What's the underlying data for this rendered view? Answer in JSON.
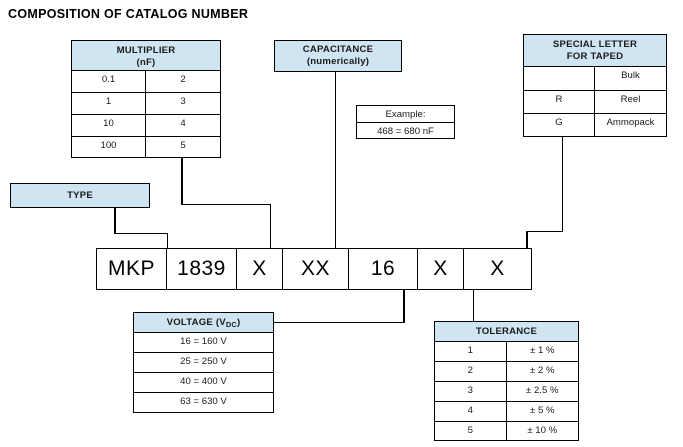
{
  "title": "COMPOSITION OF CATALOG NUMBER",
  "multiplier": {
    "header_line1": "MULTIPLIER",
    "header_line2": "(nF)",
    "rows": [
      {
        "value": "0.1",
        "code": "2"
      },
      {
        "value": "1",
        "code": "3"
      },
      {
        "value": "10",
        "code": "4"
      },
      {
        "value": "100",
        "code": "5"
      }
    ]
  },
  "capacitance": {
    "header_line1": "CAPACITANCE",
    "header_line2": "(numerically)",
    "example_label": "Example:",
    "example_value": "468 = 680 nF"
  },
  "special_letter": {
    "header_line1": "SPECIAL LETTER",
    "header_line2": "FOR TAPED",
    "rows": [
      {
        "code": "",
        "packaging": "Bulk"
      },
      {
        "code": "R",
        "packaging": "Reel"
      },
      {
        "code": "G",
        "packaging": "Ammopack"
      }
    ]
  },
  "type": {
    "label": "TYPE"
  },
  "catalog": {
    "segments": [
      {
        "text": "MKP",
        "width": 70
      },
      {
        "text": "1839",
        "width": 70
      },
      {
        "text": "X",
        "width": 46
      },
      {
        "text": "XX",
        "width": 66
      },
      {
        "text": "16",
        "width": 69
      },
      {
        "text": "X",
        "width": 46
      },
      {
        "text": "X",
        "width": 67
      }
    ]
  },
  "voltage": {
    "header_prefix": "VOLTAGE (V",
    "header_sub": "DC",
    "header_suffix": ")",
    "rows": [
      "16 = 160 V",
      "25 = 250 V",
      "40 = 400 V",
      "63 = 630 V"
    ]
  },
  "tolerance": {
    "header": "TOLERANCE",
    "rows": [
      {
        "code": "1",
        "value": "± 1 %"
      },
      {
        "code": "2",
        "value": "± 2 %"
      },
      {
        "code": "3",
        "value": "± 2.5 %"
      },
      {
        "code": "4",
        "value": "± 5 %"
      },
      {
        "code": "5",
        "value": "± 10 %"
      }
    ]
  },
  "colors": {
    "header_fill": "#cfe5f2",
    "line": "#000000",
    "background": "#ffffff"
  }
}
